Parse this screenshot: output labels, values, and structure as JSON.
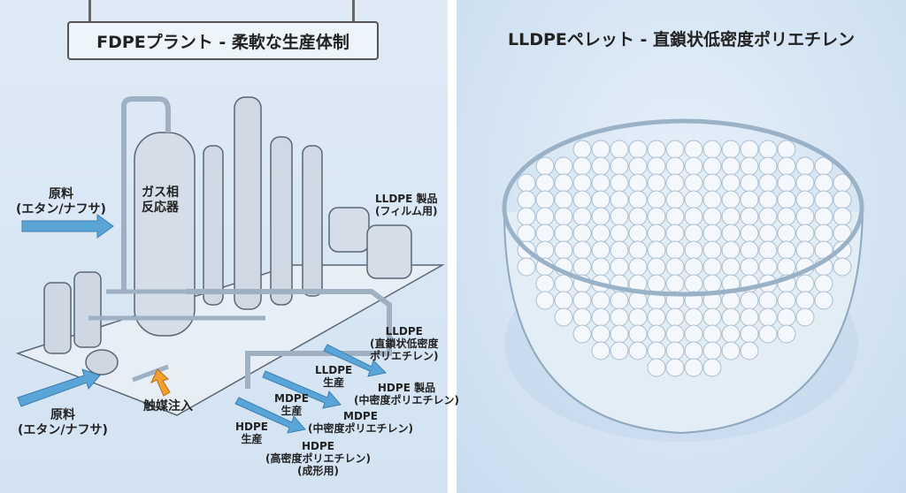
{
  "left_panel": {
    "title": "FDPEプラント - 柔軟な生産体制",
    "reactor_label": [
      "ガス相",
      "反応器"
    ],
    "feed_top": [
      "原料",
      "(エタン/ナフサ)"
    ],
    "feed_bottom": [
      "原料",
      "(エタン/ナフサ)"
    ],
    "catalyst": "触媒注入",
    "lldpe_product": [
      "LLDPE 製品",
      "(フィルム用)"
    ],
    "lldpe_output": [
      "LLDPE",
      "(直鎖状低密度",
      "ポリエチレン)"
    ],
    "lldpe_prod": [
      "LLDPE",
      "生産"
    ],
    "hdpe_product": [
      "HDPE 製品",
      "(中密度ポリエチレン)"
    ],
    "mdpe_prod": [
      "MDPE",
      "生産"
    ],
    "mdpe_output": [
      "MDPE",
      "(中密度ポリエチレン)"
    ],
    "hdpe_prod": [
      "HDPE",
      "生産"
    ],
    "hdpe_output": [
      "HDPE",
      "(高密度ポリエチレン)",
      "(成形用)"
    ]
  },
  "right_panel": {
    "title": "LLDPEペレット - 直鎖状低密度ポリエチレン"
  },
  "colors": {
    "arrow": "#5aa5d8",
    "catalyst_arrow": "#f0a030",
    "steel": "#c9d3de",
    "background": "#dbe8f5"
  }
}
